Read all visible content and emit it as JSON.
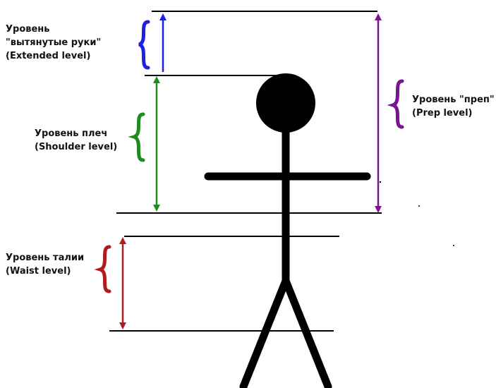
{
  "levels": {
    "extended": {
      "line1": "Уровень",
      "line2": "\"вытянутые руки\"",
      "line3": "(Extended level)",
      "color": "#1a23e0"
    },
    "shoulder": {
      "line1": "Уровень плеч",
      "line2": "(Shoulder level)",
      "color": "#1f8a1f"
    },
    "prep": {
      "line1": "Уровень \"преп\"",
      "line2": "(Prep level)",
      "color": "#7a1490"
    },
    "waist": {
      "line1": "Уровень талии",
      "line2": "(Waist level)",
      "color": "#b01c1c"
    }
  },
  "figure_color": "#000000"
}
